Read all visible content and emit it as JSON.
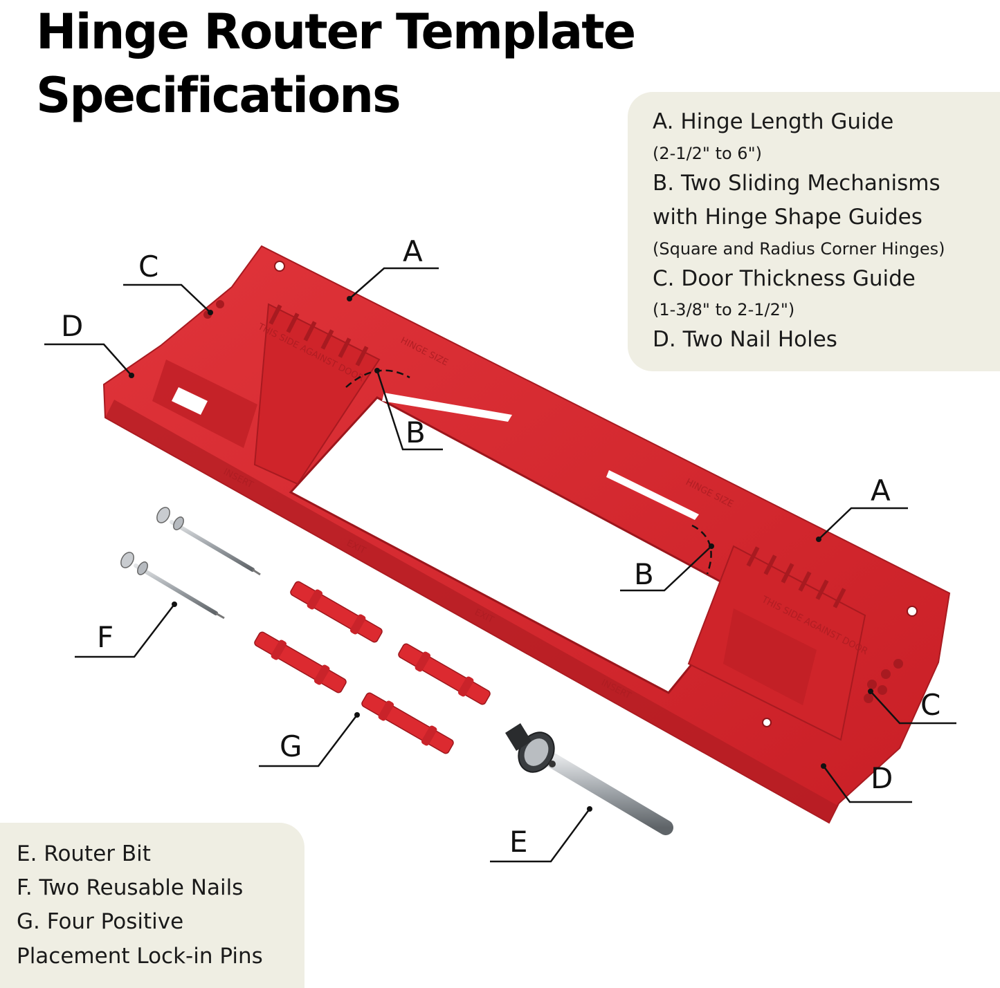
{
  "title": {
    "line1": "Hinge Router Template",
    "line2": "Specifications"
  },
  "specs_top": {
    "a_title": "A. Hinge Length Guide",
    "a_sub": "(2-1/2\" to 6\")",
    "b_title_1": "B. Two Sliding Mechanisms",
    "b_title_2": "with Hinge Shape Guides",
    "b_sub": "(Square and Radius Corner Hinges)",
    "c_title": "C. Door Thickness Guide",
    "c_sub": "(1-3/8\" to 2-1/2\")",
    "d_title": "D. Two Nail Holes"
  },
  "specs_bottom": {
    "e": "E. Router Bit",
    "f": "F. Two Reusable Nails",
    "g_1": "G. Four Positive",
    "g_2": "Placement Lock-in Pins"
  },
  "callouts": {
    "a1": "A",
    "a2": "A",
    "b1": "B",
    "b2": "B",
    "c1": "C",
    "c2": "C",
    "d1": "D",
    "d2": "D",
    "e": "E",
    "f": "F",
    "g": "G"
  },
  "template_marks": {
    "hinge_size_1": "HINGE SIZE",
    "hinge_size_2": "HINGE SIZE",
    "this_side_1": "THIS SIDE AGAINST DOOR",
    "this_side_2": "THIS SIDE AGAINST DOOR",
    "insert_1": "INSERT",
    "insert_2": "INSERT",
    "exit_1": "EXIT",
    "exit_2": "EXIT"
  },
  "colors": {
    "template_red": "#d8262c",
    "template_shadow": "#b01c22",
    "panel_bg": "#efeee3",
    "pin_red": "#dc2a30",
    "steel": "#a9adb2"
  }
}
